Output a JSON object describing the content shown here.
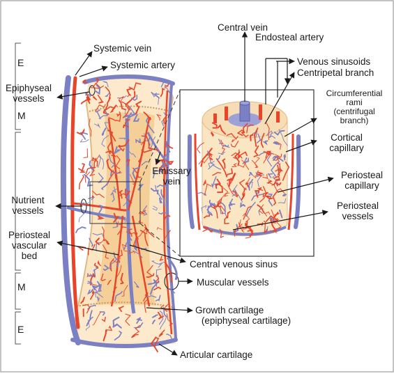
{
  "labels": {
    "systemic_vein": "Systemic vein",
    "systemic_artery": "Systemic artery",
    "epiphyseal_vessels": [
      "Epiphyseal",
      "vessels"
    ],
    "nutrient_vessels": [
      "Nutrient",
      "vessels"
    ],
    "periosteal_vascular_bed": [
      "Periosteal",
      "vascular",
      "bed"
    ],
    "emissary_vein": [
      "Emissary",
      "vein"
    ],
    "central_vein": "Central vein",
    "endosteal_artery": "Endosteal artery",
    "venous_sinusoids": "Venous sinusoids",
    "centripetal_branch": "Centripetal branch",
    "circumferential_rami": [
      "Circumferential",
      "rami",
      "(centrifugal",
      "branch)"
    ],
    "cortical_capillary": [
      "Cortical",
      "capillary"
    ],
    "periosteal_capillary": [
      "Periosteal",
      "capillary"
    ],
    "periosteal_vessels": [
      "Periosteal",
      "vessels"
    ],
    "central_venous_sinus": "Central venous sinus",
    "muscular_vessels": "Muscular vessels",
    "growth_cartilage": [
      "Growth cartilage",
      "(epiphyseal cartilage)"
    ],
    "articular_cartilage": "Articular cartilage"
  },
  "zones": [
    "E",
    "M",
    "M",
    "E"
  ],
  "colors": {
    "artery": "#e8442a",
    "vein": "#7b7fc4",
    "bone": "#fbe6c4",
    "marrow": "#f5cf98",
    "text": "#1a1a1a"
  }
}
